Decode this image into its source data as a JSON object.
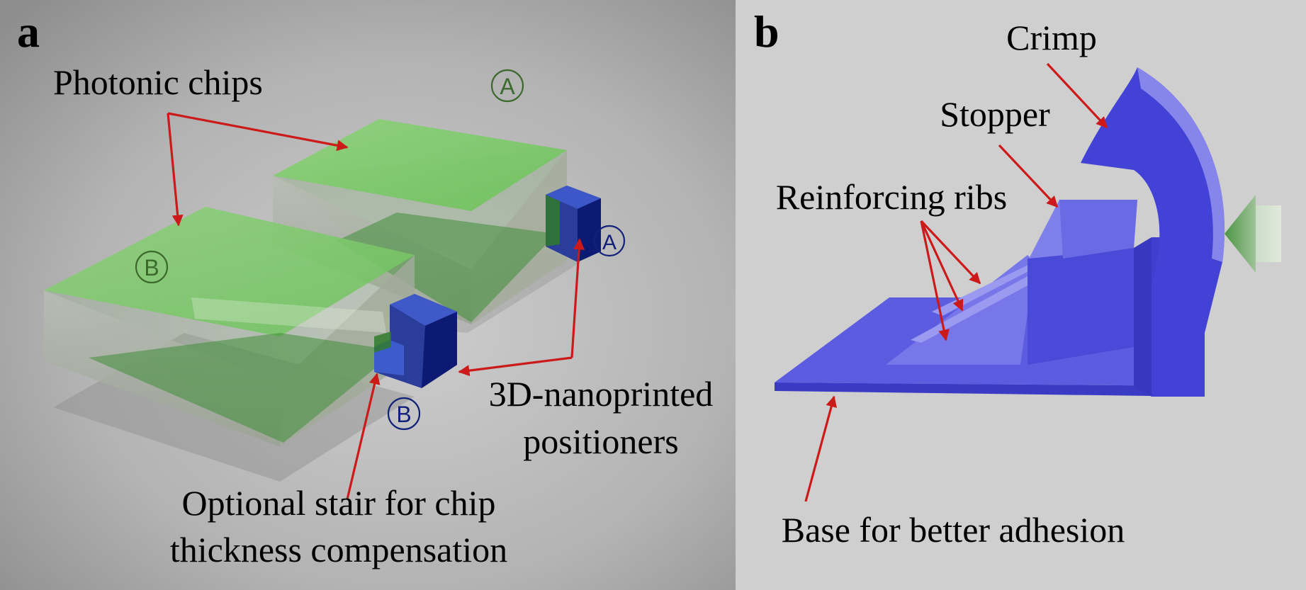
{
  "panel_a": {
    "letter": "a",
    "labels": {
      "photonic_chips": "Photonic chips",
      "positioners_line1": "3D-nanoprinted",
      "positioners_line2": "positioners",
      "stair_line1": "Optional stair for chip",
      "stair_line2": "thickness compensation"
    },
    "markers": {
      "chip_a": "A",
      "chip_b": "B",
      "positioner_a": "A",
      "positioner_b": "B"
    }
  },
  "panel_b": {
    "letter": "b",
    "labels": {
      "crimp": "Crimp",
      "stopper": "Stopper",
      "ribs": "Reinforcing ribs",
      "base": "Base for better adhesion"
    }
  },
  "colors": {
    "panel_a_bg": "#a9a9a9",
    "panel_b_bg": "#cfcfcf",
    "chip_green": "#6fc25e",
    "positioner_navy": "#0d1a73",
    "structure_blue": "#4646d8",
    "arrow_red": "#cc1a1a"
  }
}
